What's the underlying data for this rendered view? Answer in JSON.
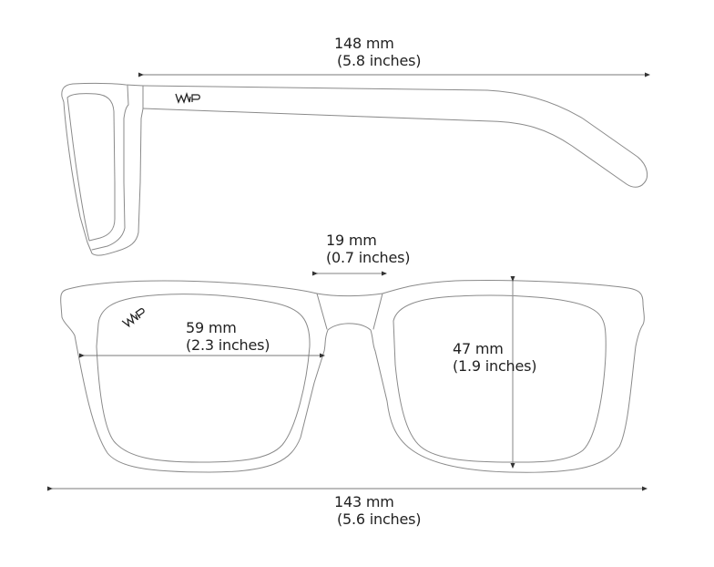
{
  "diagram": {
    "subject": "Sunglasses frame dimensions",
    "brand_mark": "WMP",
    "stroke_color": "#8a8a8a",
    "text_color": "#222222",
    "background": "#ffffff"
  },
  "measurements": {
    "temple_length": {
      "mm": "148 mm",
      "inches": "(5.8 inches)"
    },
    "bridge_width": {
      "mm": "19 mm",
      "inches": "(0.7 inches)"
    },
    "lens_width": {
      "mm": "59 mm",
      "inches": "(2.3 inches)"
    },
    "lens_height": {
      "mm": "47 mm",
      "inches": "(1.9 inches)"
    },
    "frame_width": {
      "mm": "143 mm",
      "inches": "(5.6 inches)"
    }
  }
}
